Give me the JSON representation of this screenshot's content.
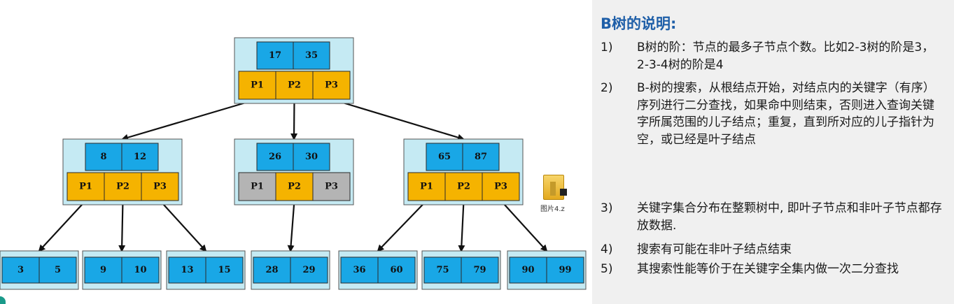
{
  "tree": {
    "nodes": [
      {
        "id": "root",
        "keys": [
          "17",
          "35"
        ],
        "pointers": [
          {
            "label": "P1",
            "state": "active"
          },
          {
            "label": "P2",
            "state": "active"
          },
          {
            "label": "P3",
            "state": "active"
          }
        ]
      },
      {
        "id": "left",
        "keys": [
          "8",
          "12"
        ],
        "pointers": [
          {
            "label": "P1",
            "state": "active"
          },
          {
            "label": "P2",
            "state": "active"
          },
          {
            "label": "P3",
            "state": "active"
          }
        ]
      },
      {
        "id": "middle",
        "keys": [
          "26",
          "30"
        ],
        "pointers": [
          {
            "label": "P1",
            "state": "null"
          },
          {
            "label": "P2",
            "state": "active"
          },
          {
            "label": "P3",
            "state": "null"
          }
        ]
      },
      {
        "id": "right",
        "keys": [
          "65",
          "87"
        ],
        "pointers": [
          {
            "label": "P1",
            "state": "active"
          },
          {
            "label": "P2",
            "state": "active"
          },
          {
            "label": "P3",
            "state": "active"
          }
        ]
      }
    ],
    "leaves": [
      [
        "3",
        "5"
      ],
      [
        "9",
        "10"
      ],
      [
        "13",
        "15"
      ],
      [
        "28",
        "29"
      ],
      [
        "36",
        "60"
      ],
      [
        "75",
        "79"
      ],
      [
        "90",
        "99"
      ]
    ],
    "colors": {
      "container": "#c5eaf3",
      "key_cell": "#19a7e6",
      "pointer_active": "#f5b300",
      "pointer_null": "#b4b4b4",
      "border": "#2a2a2a",
      "arrow": "#111111"
    }
  },
  "file_icon": {
    "icon": "folder-icon",
    "label": "图片4.z"
  },
  "sidebar": {
    "title": "B树的说明:",
    "items": [
      {
        "num": "1)",
        "text": "B树的阶：节点的最多子节点个数。比如2-3树的阶是3，2-3-4树的阶是4"
      },
      {
        "num": "2)",
        "text": "B-树的搜索，从根结点开始，对结点内的关键字（有序）序列进行二分查找，如果命中则结束，否则进入查询关键字所属范围的儿子结点；重复，直到所对应的儿子指针为空，或已经是叶子结点"
      },
      {
        "num": "3)",
        "text": "关键字集合分布在整颗树中, 即叶子节点和非叶子节点都存放数据."
      },
      {
        "num": "4)",
        "text": "搜索有可能在非叶子结点结束"
      },
      {
        "num": "5)",
        "text": "其搜索性能等价于在关键字全集内做一次二分查找"
      }
    ]
  }
}
